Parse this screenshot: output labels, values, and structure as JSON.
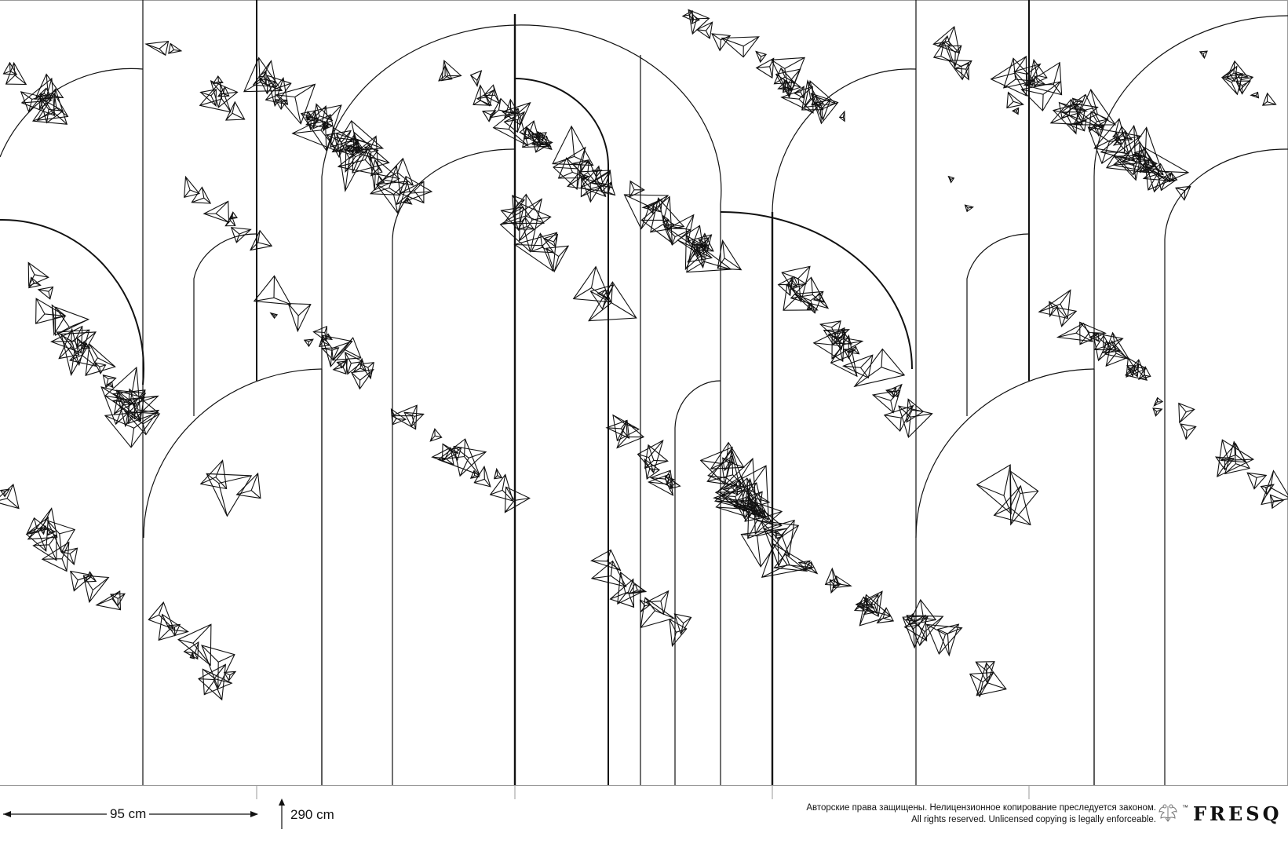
{
  "artwork": {
    "stroke_color": "#111111",
    "background": "#ffffff"
  },
  "footer": {
    "width_label": "95 cm",
    "height_label": "290 cm",
    "copyright_ru": "Авторские права защищены. Нелицензионное копирование преследуется законом.",
    "copyright_en": "All rights reserved. Unlicensed copying is legally enforceable.",
    "trademark": "™",
    "brand": "FRESQ",
    "emblem_icon": "double-headed-eagle-icon"
  }
}
